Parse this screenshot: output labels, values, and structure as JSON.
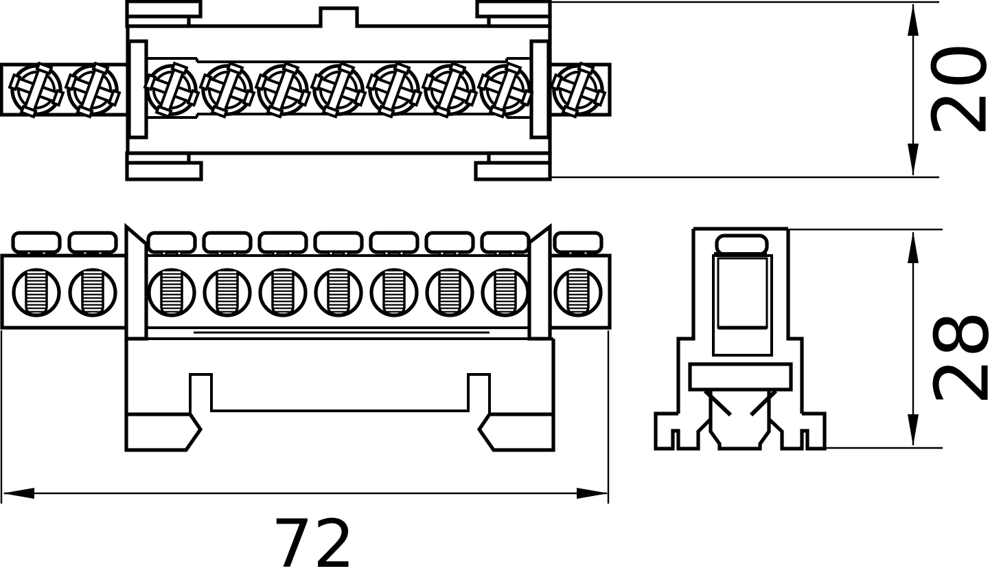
{
  "drawing": {
    "colors": {
      "line": "#000000",
      "background": "#ffffff"
    },
    "dimensions": {
      "overall_width": "72",
      "depth": "20",
      "height": "28"
    },
    "terminals": {
      "total": 10,
      "left_group": 2,
      "middle_group": 7,
      "right_group": 1
    }
  }
}
